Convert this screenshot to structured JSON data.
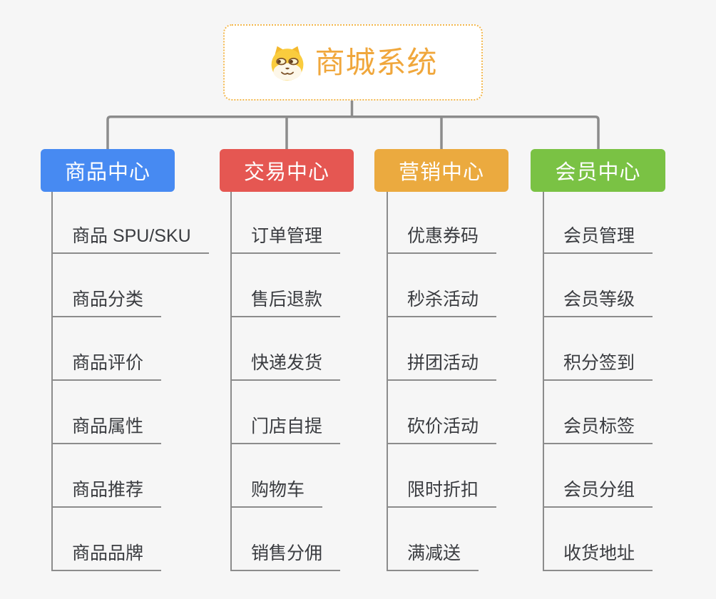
{
  "root": {
    "title": "商城系统",
    "icon": "dog-face-icon"
  },
  "branches": [
    {
      "id": "product-center",
      "label": "商品中心",
      "color": "#478AF2",
      "items": [
        "商品 SPU/SKU",
        "商品分类",
        "商品评价",
        "商品属性",
        "商品推荐",
        "商品品牌"
      ]
    },
    {
      "id": "trade-center",
      "label": "交易中心",
      "color": "#E55752",
      "items": [
        "订单管理",
        "售后退款",
        "快递发货",
        "门店自提",
        "购物车",
        "销售分佣"
      ]
    },
    {
      "id": "marketing-center",
      "label": "营销中心",
      "color": "#EBAA3F",
      "items": [
        "优惠券码",
        "秒杀活动",
        "拼团活动",
        "砍价活动",
        "限时折扣",
        "满减送"
      ]
    },
    {
      "id": "member-center",
      "label": "会员中心",
      "color": "#7AC244",
      "items": [
        "会员管理",
        "会员等级",
        "积分签到",
        "会员标签",
        "会员分组",
        "收货地址"
      ]
    }
  ],
  "colors": {
    "background": "#F6F6F6",
    "connector": "#8C8C8C",
    "item_text": "#3A3C40",
    "root_text": "#F0A73C",
    "root_border": "#F3B84E"
  }
}
